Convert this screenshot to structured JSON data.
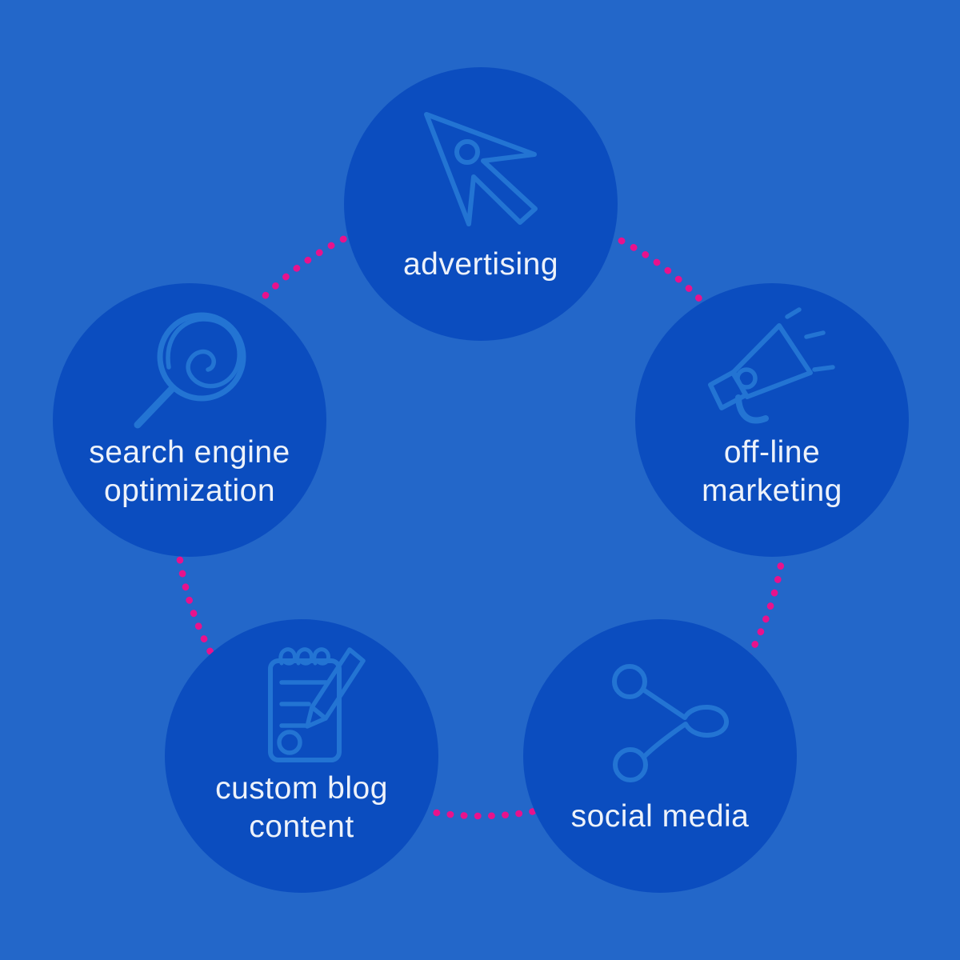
{
  "diagram": {
    "type": "pentagon-cycle",
    "connector_style": "dotted",
    "nodes": [
      {
        "id": "advertising",
        "label_lines": [
          "advertising"
        ],
        "icon": "cursor-icon",
        "position": "top"
      },
      {
        "id": "search-engine-optimization",
        "label_lines": [
          "search engine",
          "optimization"
        ],
        "icon": "magnifier-icon",
        "position": "left"
      },
      {
        "id": "off-line-marketing",
        "label_lines": [
          "off-line",
          "marketing"
        ],
        "icon": "megaphone-icon",
        "position": "right"
      },
      {
        "id": "custom-blog-content",
        "label_lines": [
          "custom blog",
          "content"
        ],
        "icon": "notepad-pencil-icon",
        "position": "bottom-left"
      },
      {
        "id": "social-media",
        "label_lines": [
          "social media"
        ],
        "icon": "share-icon",
        "position": "bottom-right"
      }
    ],
    "connections": [
      [
        "advertising",
        "off-line-marketing"
      ],
      [
        "off-line-marketing",
        "social-media"
      ],
      [
        "social-media",
        "custom-blog-content"
      ],
      [
        "custom-blog-content",
        "search-engine-optimization"
      ],
      [
        "search-engine-optimization",
        "advertising"
      ]
    ]
  },
  "colors": {
    "background": "#2367c9",
    "node_fill": "#0b4dbf",
    "icon_stroke": "#2374d3",
    "connector_dot": "#e8128c",
    "label_text": "#edf2fa"
  }
}
